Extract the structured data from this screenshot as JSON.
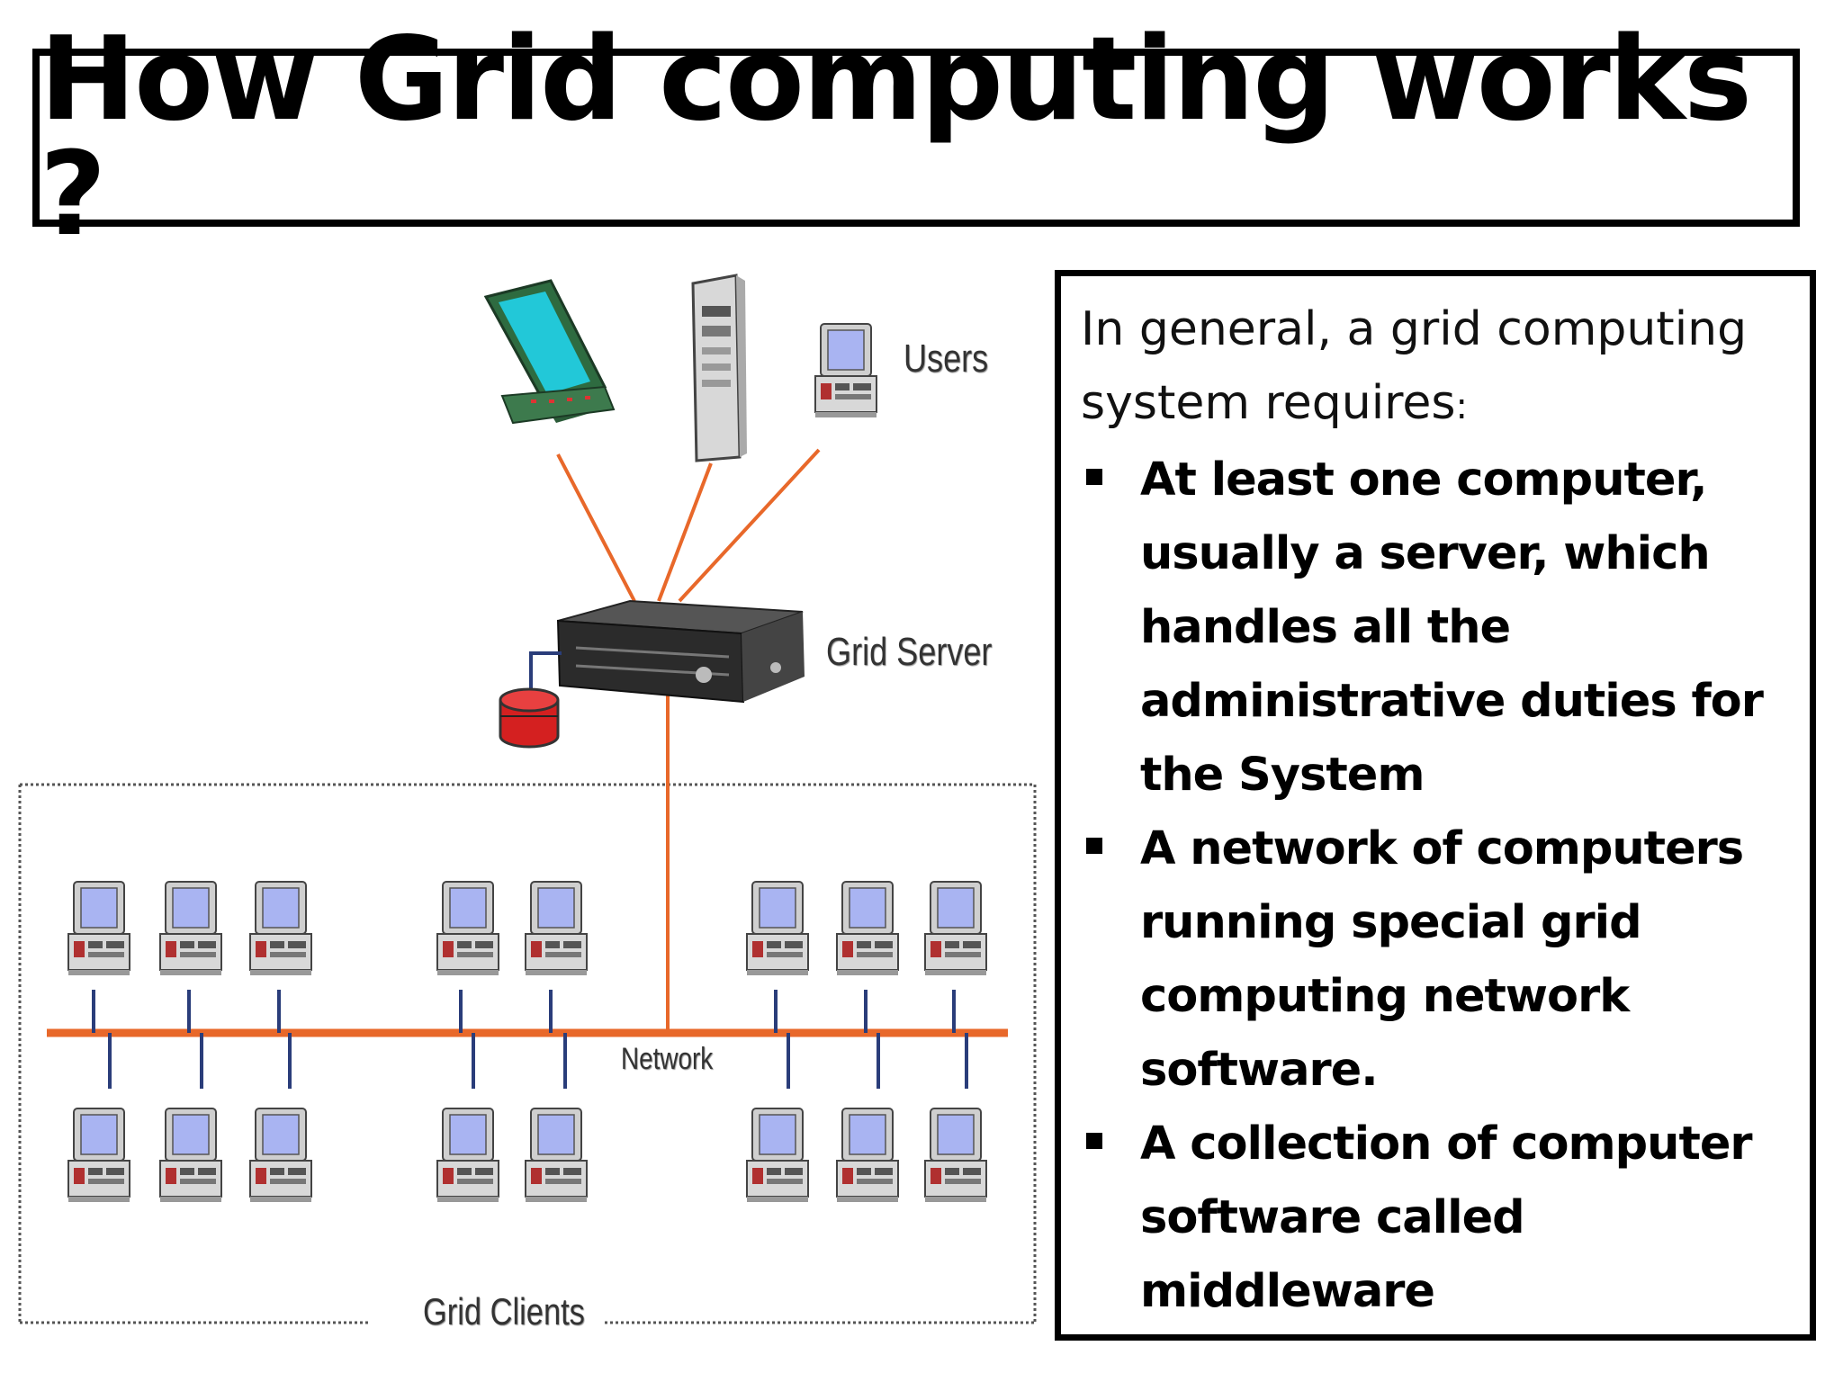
{
  "slide": {
    "title": "How Grid computing works ?"
  },
  "diagram": {
    "labels": {
      "users": "Users",
      "grid_server": "Grid Server",
      "network": "Network",
      "grid_clients": "Grid Clients"
    },
    "colors": {
      "link_line": "#e8682a",
      "drop_line": "#2a3d7a",
      "database": "#d42020",
      "monitor_screen": "#a9b4f2",
      "laptop_screen": "#22c8d8"
    }
  },
  "text_panel": {
    "intro_line1": "In general, a grid computing",
    "intro_line2": "system requires",
    "intro_colon": ":",
    "requirements": [
      [
        "At least one computer,",
        "usually a server, which",
        "handles all the",
        "administrative duties for",
        "the System"
      ],
      [
        " A network of computers",
        "running special grid",
        "computing network",
        "software."
      ],
      [
        " A collection of computer",
        "software called",
        "middleware"
      ]
    ]
  }
}
